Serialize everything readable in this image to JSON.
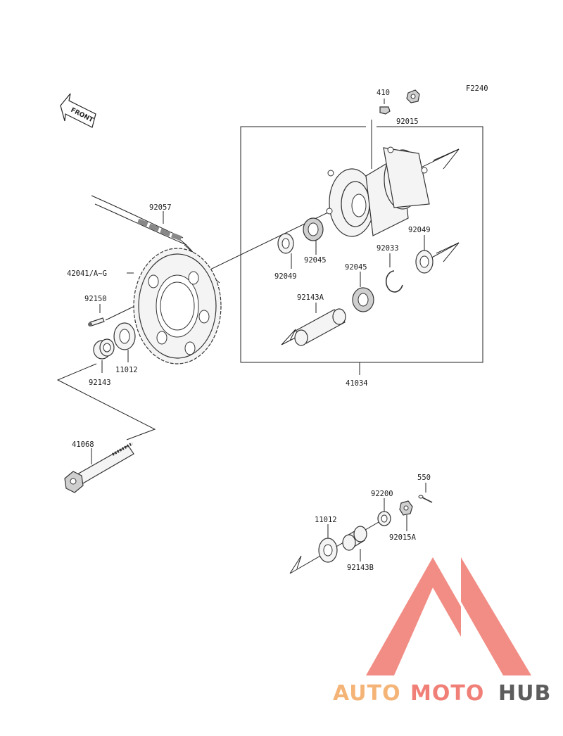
{
  "figure_code": "F2240",
  "front_label": "FRONT",
  "parts": [
    {
      "id": "410",
      "label": "410"
    },
    {
      "id": "92015",
      "label": "92015"
    },
    {
      "id": "92057",
      "label": "92057"
    },
    {
      "id": "92049-a",
      "label": "92049"
    },
    {
      "id": "92049-b",
      "label": "92049"
    },
    {
      "id": "92033",
      "label": "92033"
    },
    {
      "id": "92045-a",
      "label": "92045"
    },
    {
      "id": "92045-b",
      "label": "92045"
    },
    {
      "id": "42041",
      "label": "42041/A~G"
    },
    {
      "id": "92150",
      "label": "92150"
    },
    {
      "id": "92143A",
      "label": "92143A"
    },
    {
      "id": "11012-a",
      "label": "11012"
    },
    {
      "id": "92143",
      "label": "92143"
    },
    {
      "id": "41034",
      "label": "41034"
    },
    {
      "id": "41068",
      "label": "41068"
    },
    {
      "id": "550",
      "label": "550"
    },
    {
      "id": "92200",
      "label": "92200"
    },
    {
      "id": "11012-b",
      "label": "11012"
    },
    {
      "id": "92015A",
      "label": "92015A"
    },
    {
      "id": "92143B",
      "label": "92143B"
    }
  ],
  "watermark": {
    "part1": "AUTO",
    "part2": "MOTO",
    "part3": "HUB",
    "color_primary": "#f07a70",
    "color_secondary": "#f5b070",
    "color_dark": "#555555"
  }
}
